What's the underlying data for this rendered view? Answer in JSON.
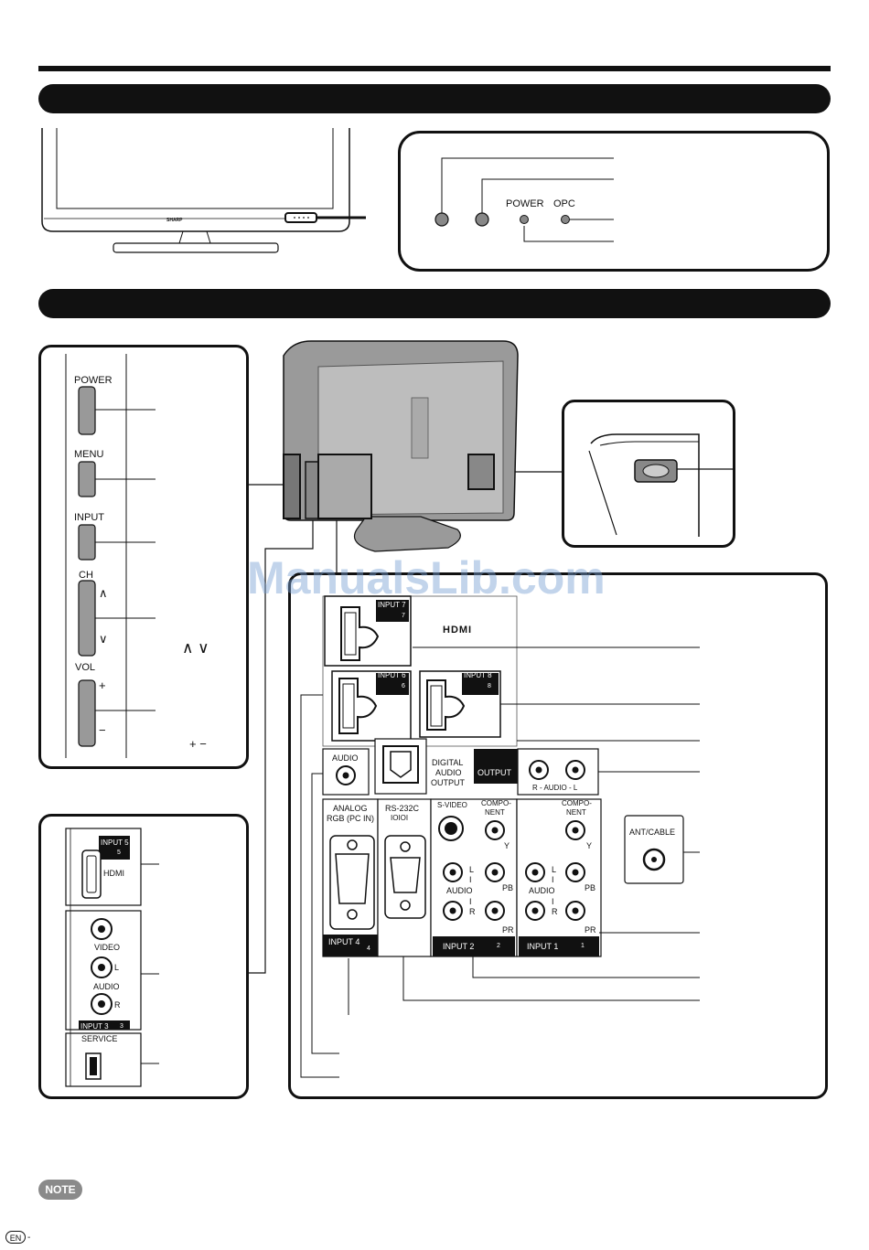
{
  "tv_front": {
    "brand": "SHARP"
  },
  "indicator_panel": {
    "power_label": "POWER",
    "opc_label": "OPC"
  },
  "side_controls": {
    "power": "POWER",
    "menu": "MENU",
    "input": "INPUT",
    "ch": "CH",
    "vol": "VOL",
    "ch_arrows": "∧ ∨",
    "vol_signs": "+ −",
    "ch_up_glyph": "∧",
    "ch_down_glyph": "∨",
    "vol_plus_glyph": "+",
    "vol_minus_glyph": "−"
  },
  "side_terminals": {
    "input5": "INPUT 5",
    "input5_num": "5",
    "hdmi": "HDMI",
    "video": "VIDEO",
    "l": "L",
    "audio": "AUDIO",
    "r": "R",
    "input3": "INPUT 3",
    "input3_num": "3",
    "service": "SERVICE"
  },
  "rear_terminals": {
    "input7": "INPUT 7",
    "input7_num": "7",
    "hdmi_logo": "HDMI",
    "input6": "INPUT 6",
    "input6_num": "6",
    "input8": "INPUT 8",
    "input8_num": "8",
    "audio": "AUDIO",
    "digital_audio_output": [
      "DIGITAL",
      "AUDIO",
      "OUTPUT"
    ],
    "output": "OUTPUT",
    "r_audio_l": "R - AUDIO - L",
    "analog_rgb": [
      "ANALOG",
      "RGB (PC IN)"
    ],
    "rs232c": "RS-232C",
    "rs232c_sub": "IOIOI",
    "s_video": "S-VIDEO",
    "component_1": [
      "COMPO-",
      "NENT"
    ],
    "component_2": [
      "COMPO-",
      "NENT"
    ],
    "y": "Y",
    "pb": "PB",
    "pr": "PR",
    "l": "L",
    "r": "R",
    "audio2": "AUDIO",
    "audio1": "AUDIO",
    "i": "I",
    "input4": "INPUT 4",
    "input4_num": "4",
    "input2": "INPUT 2",
    "input2_num": "2",
    "input1": "INPUT 1",
    "input1_num": "1",
    "ant_cable": "ANT/CABLE"
  },
  "watermark": "ManualsLib.com",
  "note": "NOTE",
  "page_marker": {
    "lang": "EN",
    "dash": "-"
  },
  "colors": {
    "ink": "#111111",
    "band": "#111111",
    "watermark": "#7aa0d2",
    "note_badge": "#8a8a8a"
  }
}
